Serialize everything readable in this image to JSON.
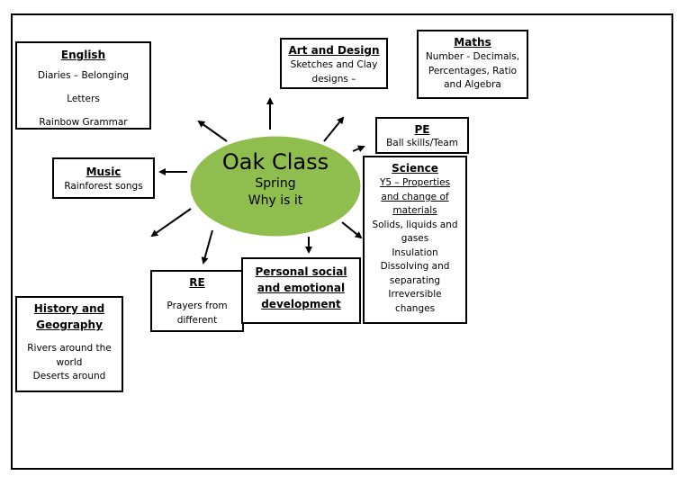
{
  "center": {
    "title": "Oak Class",
    "line1": "Spring",
    "line2": "Why is it"
  },
  "english": {
    "title": "English",
    "lines": [
      "Diaries – Belonging",
      "Letters",
      "Rainbow Grammar"
    ]
  },
  "art": {
    "title": "Art and Design",
    "lines": [
      "Sketches and Clay",
      "designs –"
    ]
  },
  "maths": {
    "title": "Maths",
    "lines": [
      "Number - Decimals,",
      "Percentages, Ratio",
      "and Algebra"
    ]
  },
  "pe": {
    "title": "PE",
    "lines": [
      "Ball skills/Team"
    ]
  },
  "music": {
    "title": "Music",
    "lines": [
      "Rainforest songs"
    ]
  },
  "science": {
    "title": "Science",
    "underlined": [
      "Y5 – Properties",
      "and change of",
      "materials"
    ],
    "lines": [
      "Solids, liquids and",
      "gases",
      "Insulation",
      "Dissolving and",
      "separating",
      "Irreversible",
      "changes"
    ]
  },
  "re": {
    "title": "RE",
    "lines": [
      "Prayers from",
      "different"
    ]
  },
  "pse": {
    "title_lines": [
      "Personal social",
      "and emotional",
      "development"
    ]
  },
  "history": {
    "title_lines": [
      "History and",
      "Geography"
    ],
    "lines": [
      "Rivers around the",
      "world",
      "Deserts around"
    ]
  },
  "colors": {
    "ellipse_fill": "#8fbe4f",
    "ellipse_stroke": "#ffffff"
  }
}
